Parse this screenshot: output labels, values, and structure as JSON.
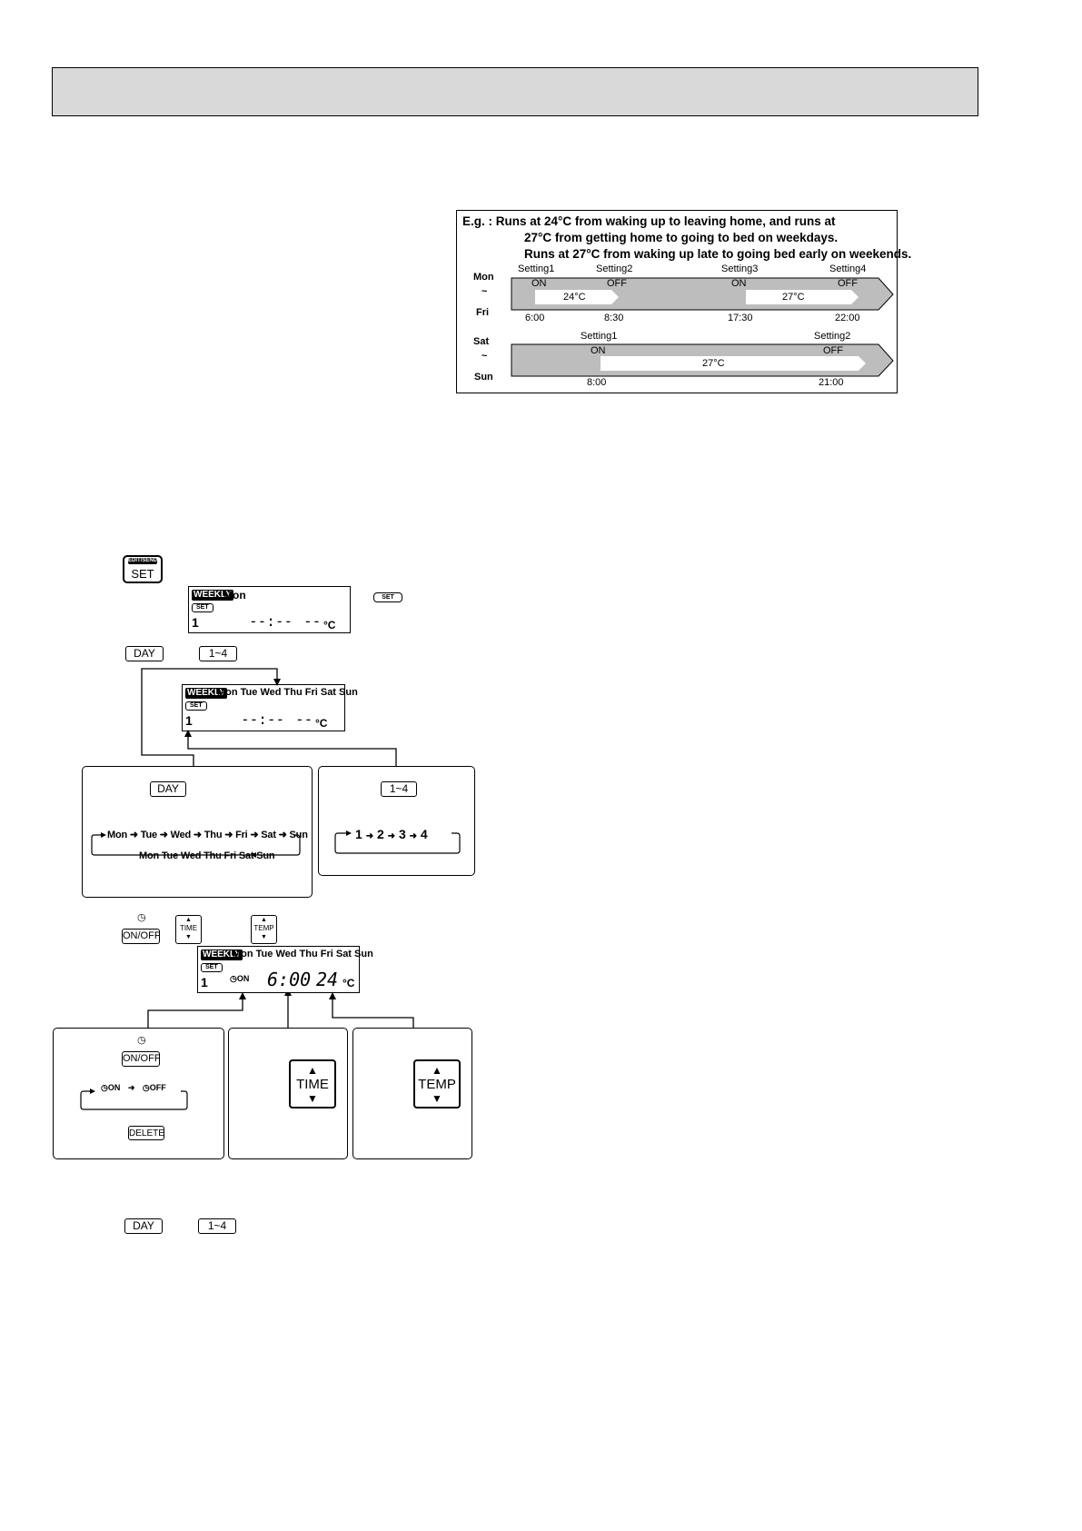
{
  "example": {
    "line1": "E.g. : Runs at 24°C from waking up to leaving home, and runs at",
    "line2": "27°C from getting home to going to bed on weekdays.",
    "line3": "Runs at 27°C from waking up late to going bed early on weekends.",
    "weekday": {
      "day_from": "Mon",
      "tilde": "~",
      "day_to": "Fri",
      "settings": [
        "Setting1",
        "Setting2",
        "Setting3",
        "Setting4"
      ],
      "states": [
        "ON",
        "OFF",
        "ON",
        "OFF"
      ],
      "temps": [
        "24°C",
        "27°C"
      ],
      "times": [
        "6:00",
        "8:30",
        "17:30",
        "22:00"
      ]
    },
    "weekend": {
      "day_from": "Sat",
      "tilde": "~",
      "day_to": "Sun",
      "settings": [
        "Setting1",
        "Setting2"
      ],
      "states": [
        "ON",
        "OFF"
      ],
      "temp": "27°C",
      "times": [
        "8:00",
        "21:00"
      ]
    }
  },
  "buttons": {
    "edit_send": "EDIT/SEND",
    "set": "SET",
    "day": "DAY",
    "range": "1~4",
    "on_off": "ON/OFF",
    "time": "TIME",
    "temp": "TEMP",
    "delete": "DELETE"
  },
  "lcd1": {
    "weekly": "WEEKLY",
    "day": "Mon",
    "set": "SET",
    "num": "1",
    "time": "--:--",
    "temp": "--",
    "unit": "°C"
  },
  "lcd2": {
    "weekly": "WEEKLY",
    "days": "Mon Tue Wed Thu Fri Sat Sun",
    "set": "SET",
    "num": "1",
    "time": "--:--",
    "temp": "--",
    "unit": "°C"
  },
  "lcd3": {
    "weekly": "WEEKLY",
    "days": "Mon Tue Wed Thu Fri Sat Sun",
    "set": "SET",
    "num": "1",
    "timer": "ON",
    "time": "6:00",
    "temp": "24",
    "unit": "°C"
  },
  "day_panel": {
    "seq": [
      "Mon",
      "Tue",
      "Wed",
      "Thu",
      "Fri",
      "Sat",
      "Sun"
    ],
    "all": "Mon Tue Wed Thu Fri Sat Sun"
  },
  "num_panel": {
    "seq": [
      "1",
      "2",
      "3",
      "4"
    ]
  },
  "onoff_panel": {
    "on": "ON",
    "off": "OFF"
  }
}
